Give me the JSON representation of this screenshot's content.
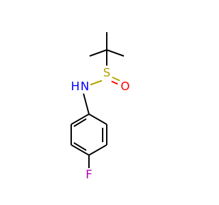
{
  "molecule": {
    "atoms": {
      "sulfur": "S",
      "oxygen": "O",
      "nitrogen": "N",
      "hydrogen": "H",
      "fluorine": "F"
    },
    "colors": {
      "bond": "#000000",
      "sulfur": "#b2a200",
      "oxygen": "#ff0000",
      "nitrogen": "#0000ff",
      "fluorine": "#b000b0"
    }
  }
}
